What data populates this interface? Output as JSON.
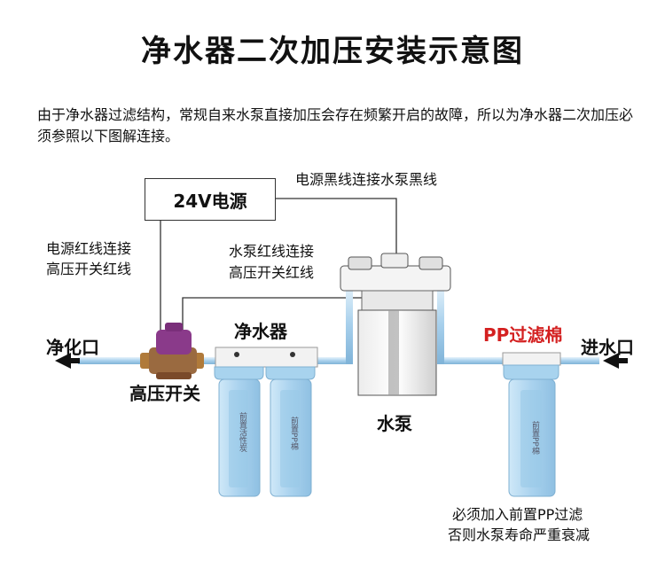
{
  "title": "净水器二次加压安装示意图",
  "intro": "由于净水器过滤结构，常规自来水泵直接加压会存在频繁开启的故障，所以为净水器二次加压必须参照以下图解连接。",
  "power": {
    "box_label": "24V电源",
    "black_wire_note": "电源黑线连接水泵黑线",
    "red_wire_note_line1": "电源红线连接",
    "red_wire_note_line2": "高压开关红线"
  },
  "pump_wire_note_line1": "水泵红线连接",
  "pump_wire_note_line2": "高压开关红线",
  "labels": {
    "outlet": "净化口",
    "inlet": "进水口",
    "pressure_switch": "高压开关",
    "purifier": "净水器",
    "pump": "水泵",
    "pp_filter": "PP过滤棉",
    "note_line1": "必须加入前置PP过滤",
    "note_line2": "否则水泵寿命严重衰减"
  },
  "filters": {
    "carbon_label": "前置活性炭",
    "pp_label": "前置PP棉",
    "right_pp_label": "前置PP棉"
  },
  "colors": {
    "pp_filter_label": "#d42020",
    "pipe": "#9cc8e8",
    "housing": "#b9dcf2",
    "switch_body": "#8a3a8a",
    "switch_brass": "#b07a3a"
  }
}
